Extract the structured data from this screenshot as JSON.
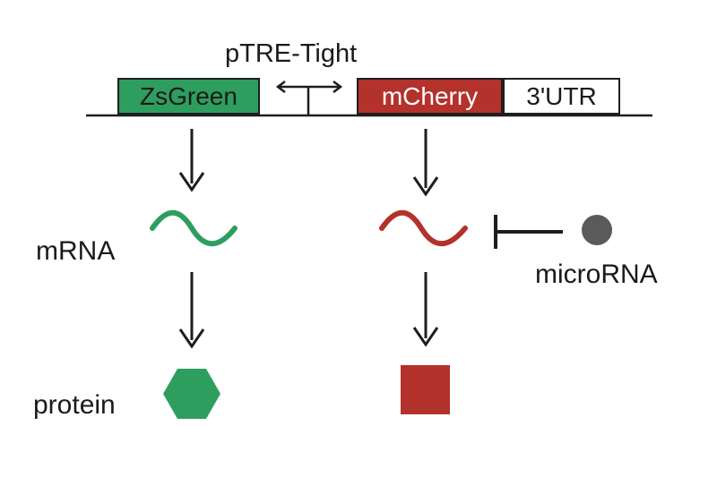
{
  "labels": {
    "promoter": "pTRE-Tight",
    "zsgreen": "ZsGreen",
    "mcherry": "mCherry",
    "utr": "3'UTR",
    "mrna": "mRNA",
    "protein": "protein",
    "microrna": "microRNA"
  },
  "colors": {
    "green": "#2e9e5f",
    "red": "#b3322b",
    "line": "#1e1e1e",
    "microrna_dot": "#5a5a5a",
    "text": "#1a1a1a"
  },
  "icons": {
    "promoter": "bidirectional-promoter-icon",
    "arrow": "arrow-down-icon",
    "inhibition": "inhibition-bar-icon",
    "microrna": "circle-icon",
    "green_protein": "hexagon-icon",
    "red_protein": "square-icon",
    "transcript": "wave-icon"
  }
}
